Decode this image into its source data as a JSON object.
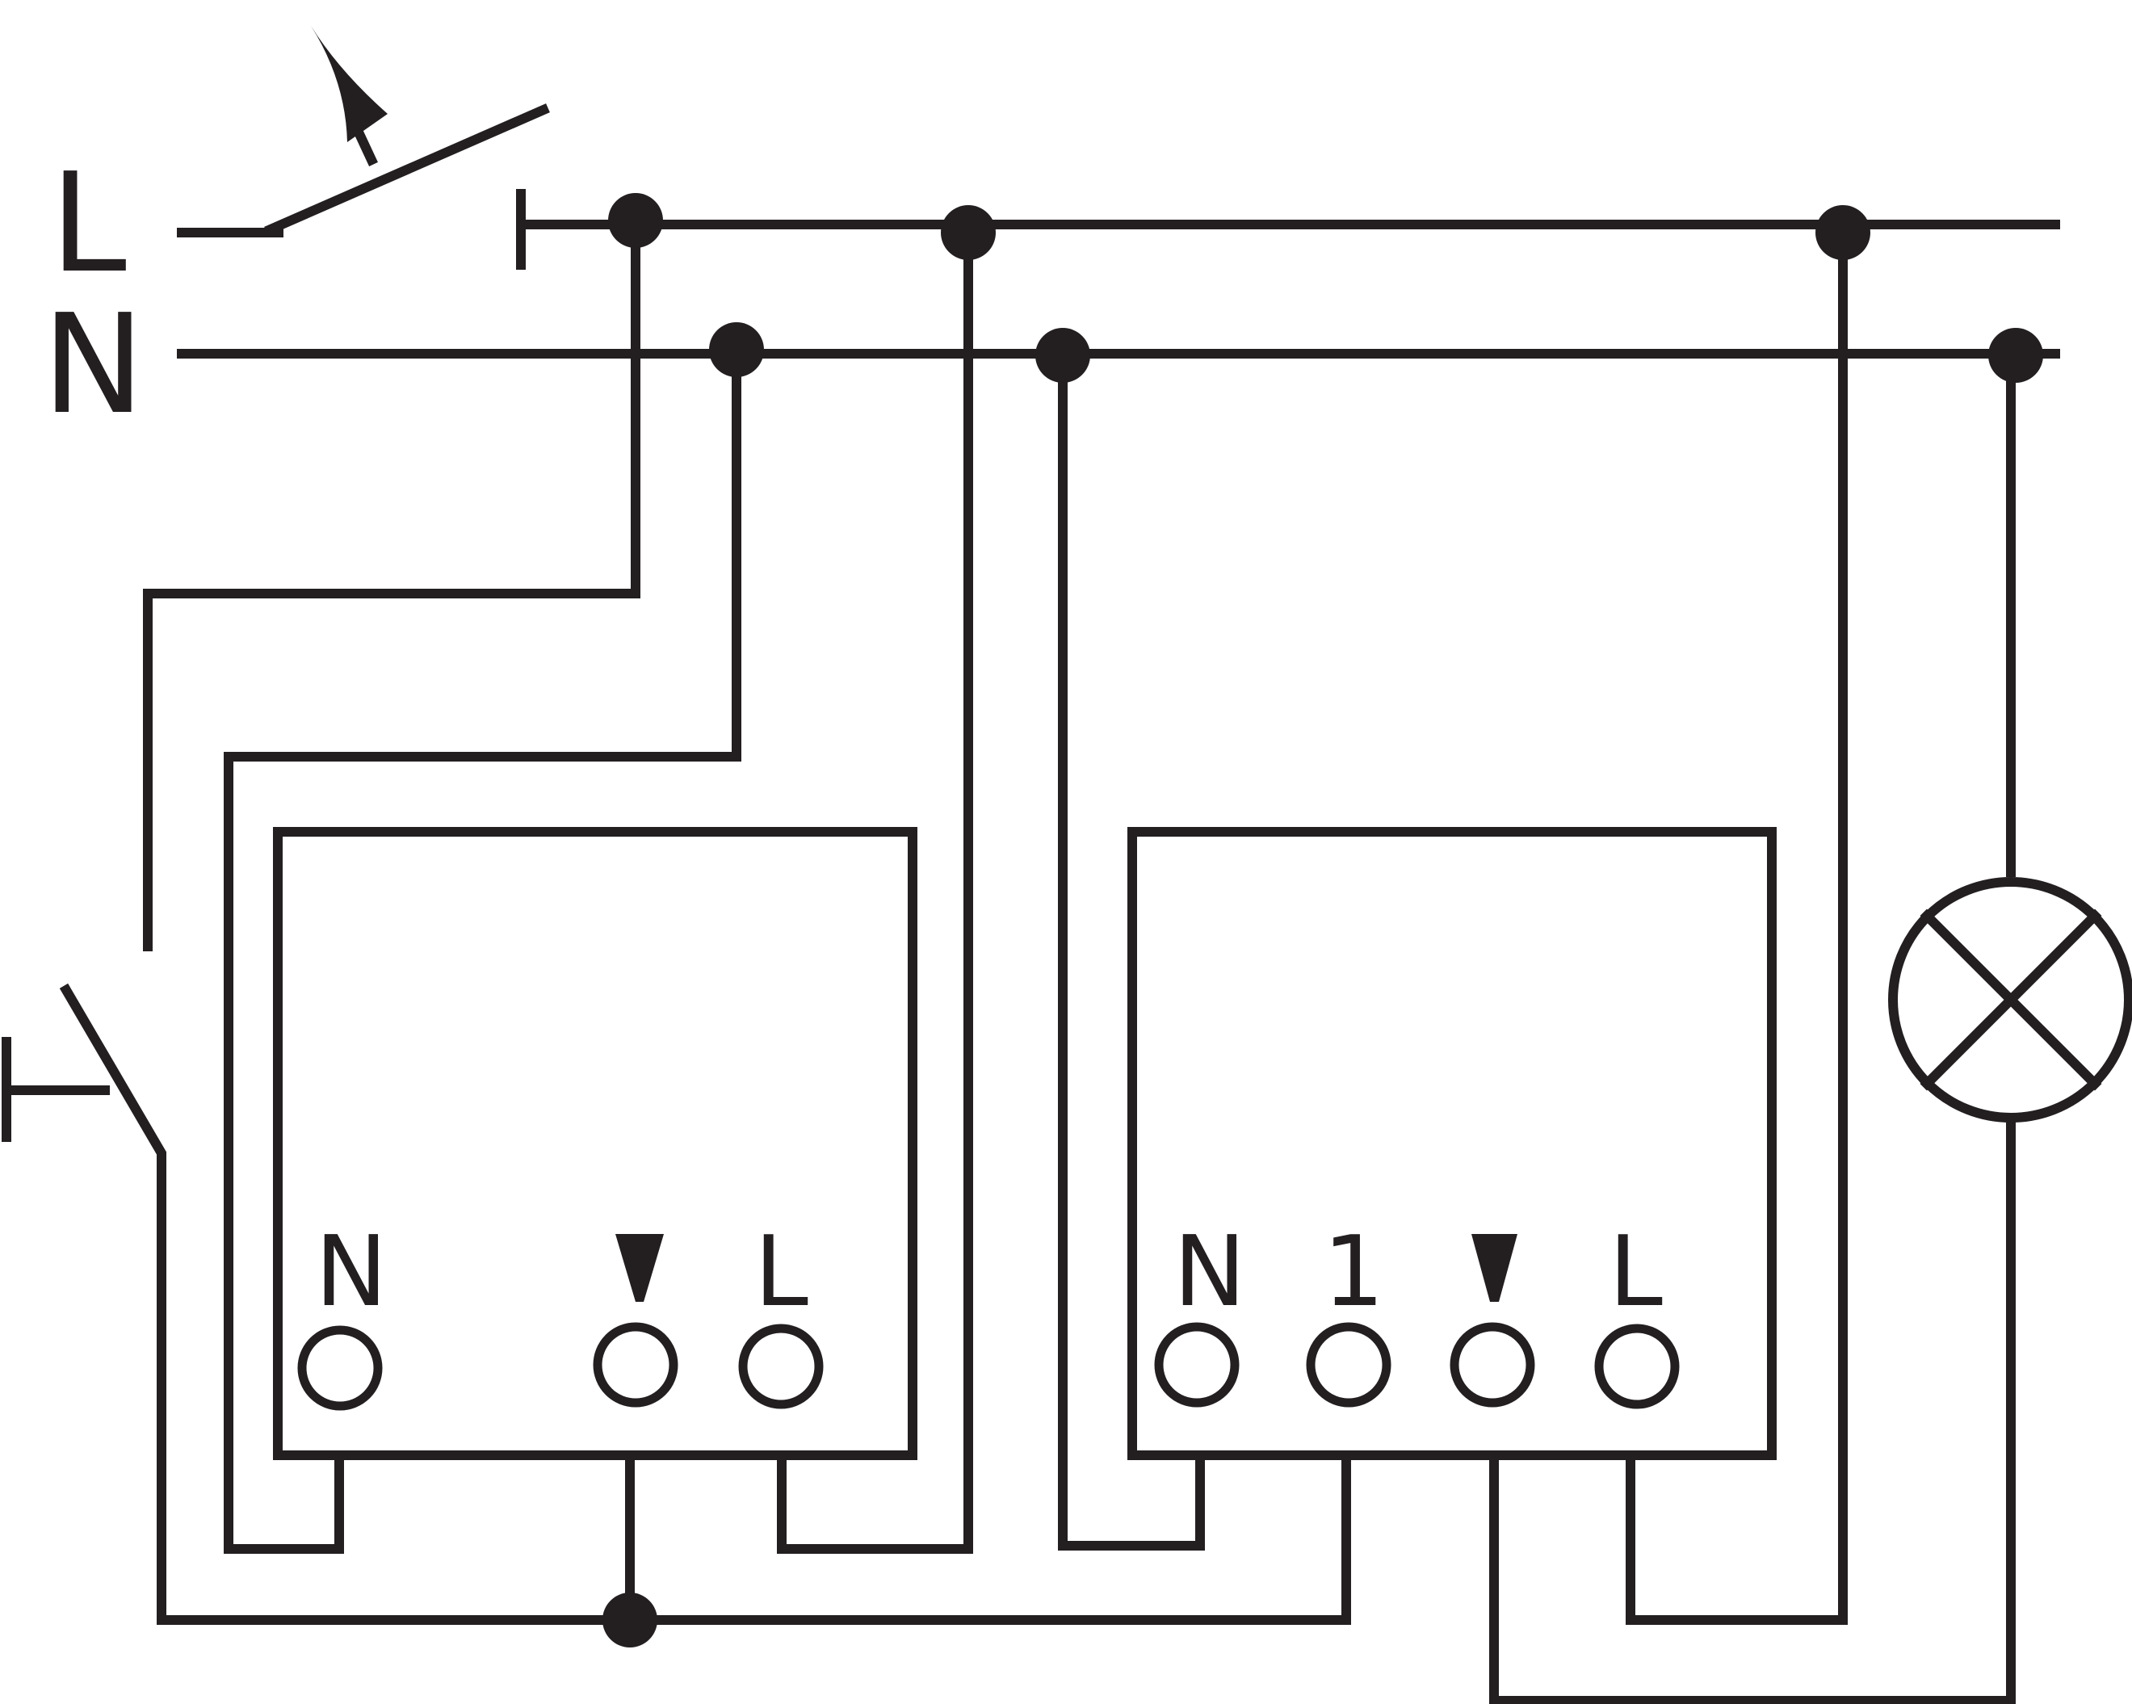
{
  "rails": {
    "line_label": "L",
    "neutral_label": "N"
  },
  "device_left": {
    "terminals": [
      {
        "label": "N"
      },
      {
        "label": "",
        "icon": "load-arrow-icon"
      },
      {
        "label": "L"
      }
    ]
  },
  "device_right": {
    "terminals": [
      {
        "label": "N"
      },
      {
        "label": "1"
      },
      {
        "label": "",
        "icon": "load-arrow-icon"
      },
      {
        "label": "L"
      }
    ]
  },
  "symbols": {
    "main_switch": "switch-open-icon",
    "push_button": "push-button-icon",
    "lamp": "lamp-icon",
    "colors": {
      "stroke": "#231f20",
      "background": "#ffffff"
    }
  }
}
